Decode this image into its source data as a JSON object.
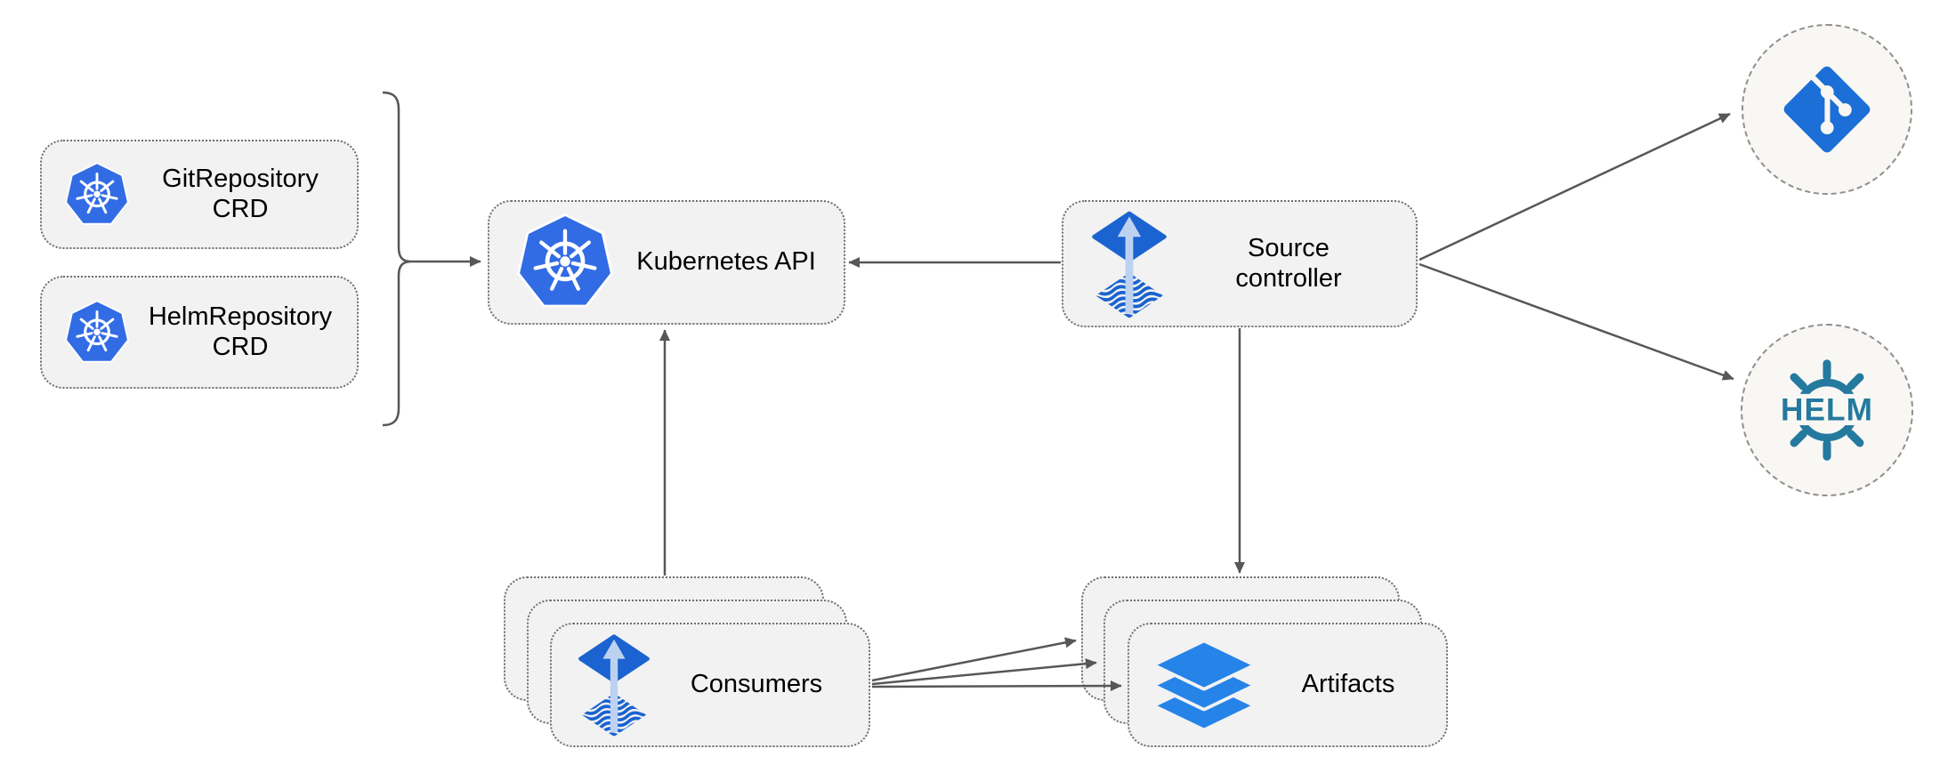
{
  "diagram": {
    "type": "architecture-flow",
    "colors": {
      "background": "#ffffff",
      "box_fill": "#f2f2f2",
      "box_border": "#6f6f6f",
      "circle_fill": "#f9f7f4",
      "circle_border": "#8f8f8f",
      "arrow": "#575757",
      "label_text": "#000000",
      "kubernetes_blue": "#326ce5",
      "flux_blue": "#1a63d0",
      "flux_arrow_light": "#bdd2f1",
      "git_blue": "#1b6fd6",
      "helm_teal": "#24799e",
      "layers_blue": "#2683e8"
    },
    "nodes": {
      "git_repository_crd": {
        "label": "GitRepository CRD",
        "icon": "kubernetes-icon"
      },
      "helm_repository_crd": {
        "label": "HelmRepository CRD",
        "icon": "kubernetes-icon"
      },
      "kubernetes_api": {
        "label": "Kubernetes API",
        "icon": "kubernetes-icon"
      },
      "source_controller": {
        "label": "Source controller",
        "icon": "flux-icon"
      },
      "consumers": {
        "label": "Consumers",
        "icon": "flux-icon",
        "stacked_count": 3
      },
      "artifacts": {
        "label": "Artifacts",
        "icon": "layers-icon",
        "stacked_count": 3
      },
      "git_endpoint": {
        "icon": "git-icon"
      },
      "helm_endpoint": {
        "icon": "helm-icon",
        "icon_text": "HELM"
      }
    },
    "edges": [
      {
        "id": "crds-to-kubernetes-api",
        "from": "GitRepository CRD + HelmRepository CRD (brace group)",
        "to": "Kubernetes API",
        "arrow_count": 1
      },
      {
        "id": "source-controller-to-kubernetes-api",
        "from": "Source controller",
        "to": "Kubernetes API",
        "arrow_count": 1
      },
      {
        "id": "consumers-to-kubernetes-api",
        "from": "Consumers",
        "to": "Kubernetes API",
        "arrow_count": 1
      },
      {
        "id": "source-controller-to-git",
        "from": "Source controller",
        "to": "Git endpoint",
        "arrow_count": 1
      },
      {
        "id": "source-controller-to-helm",
        "from": "Source controller",
        "to": "Helm endpoint",
        "arrow_count": 1
      },
      {
        "id": "source-controller-to-artifacts",
        "from": "Source controller",
        "to": "Artifacts",
        "arrow_count": 1
      },
      {
        "id": "consumers-to-artifacts",
        "from": "Consumers",
        "to": "Artifacts",
        "arrow_count": 3
      }
    ]
  }
}
